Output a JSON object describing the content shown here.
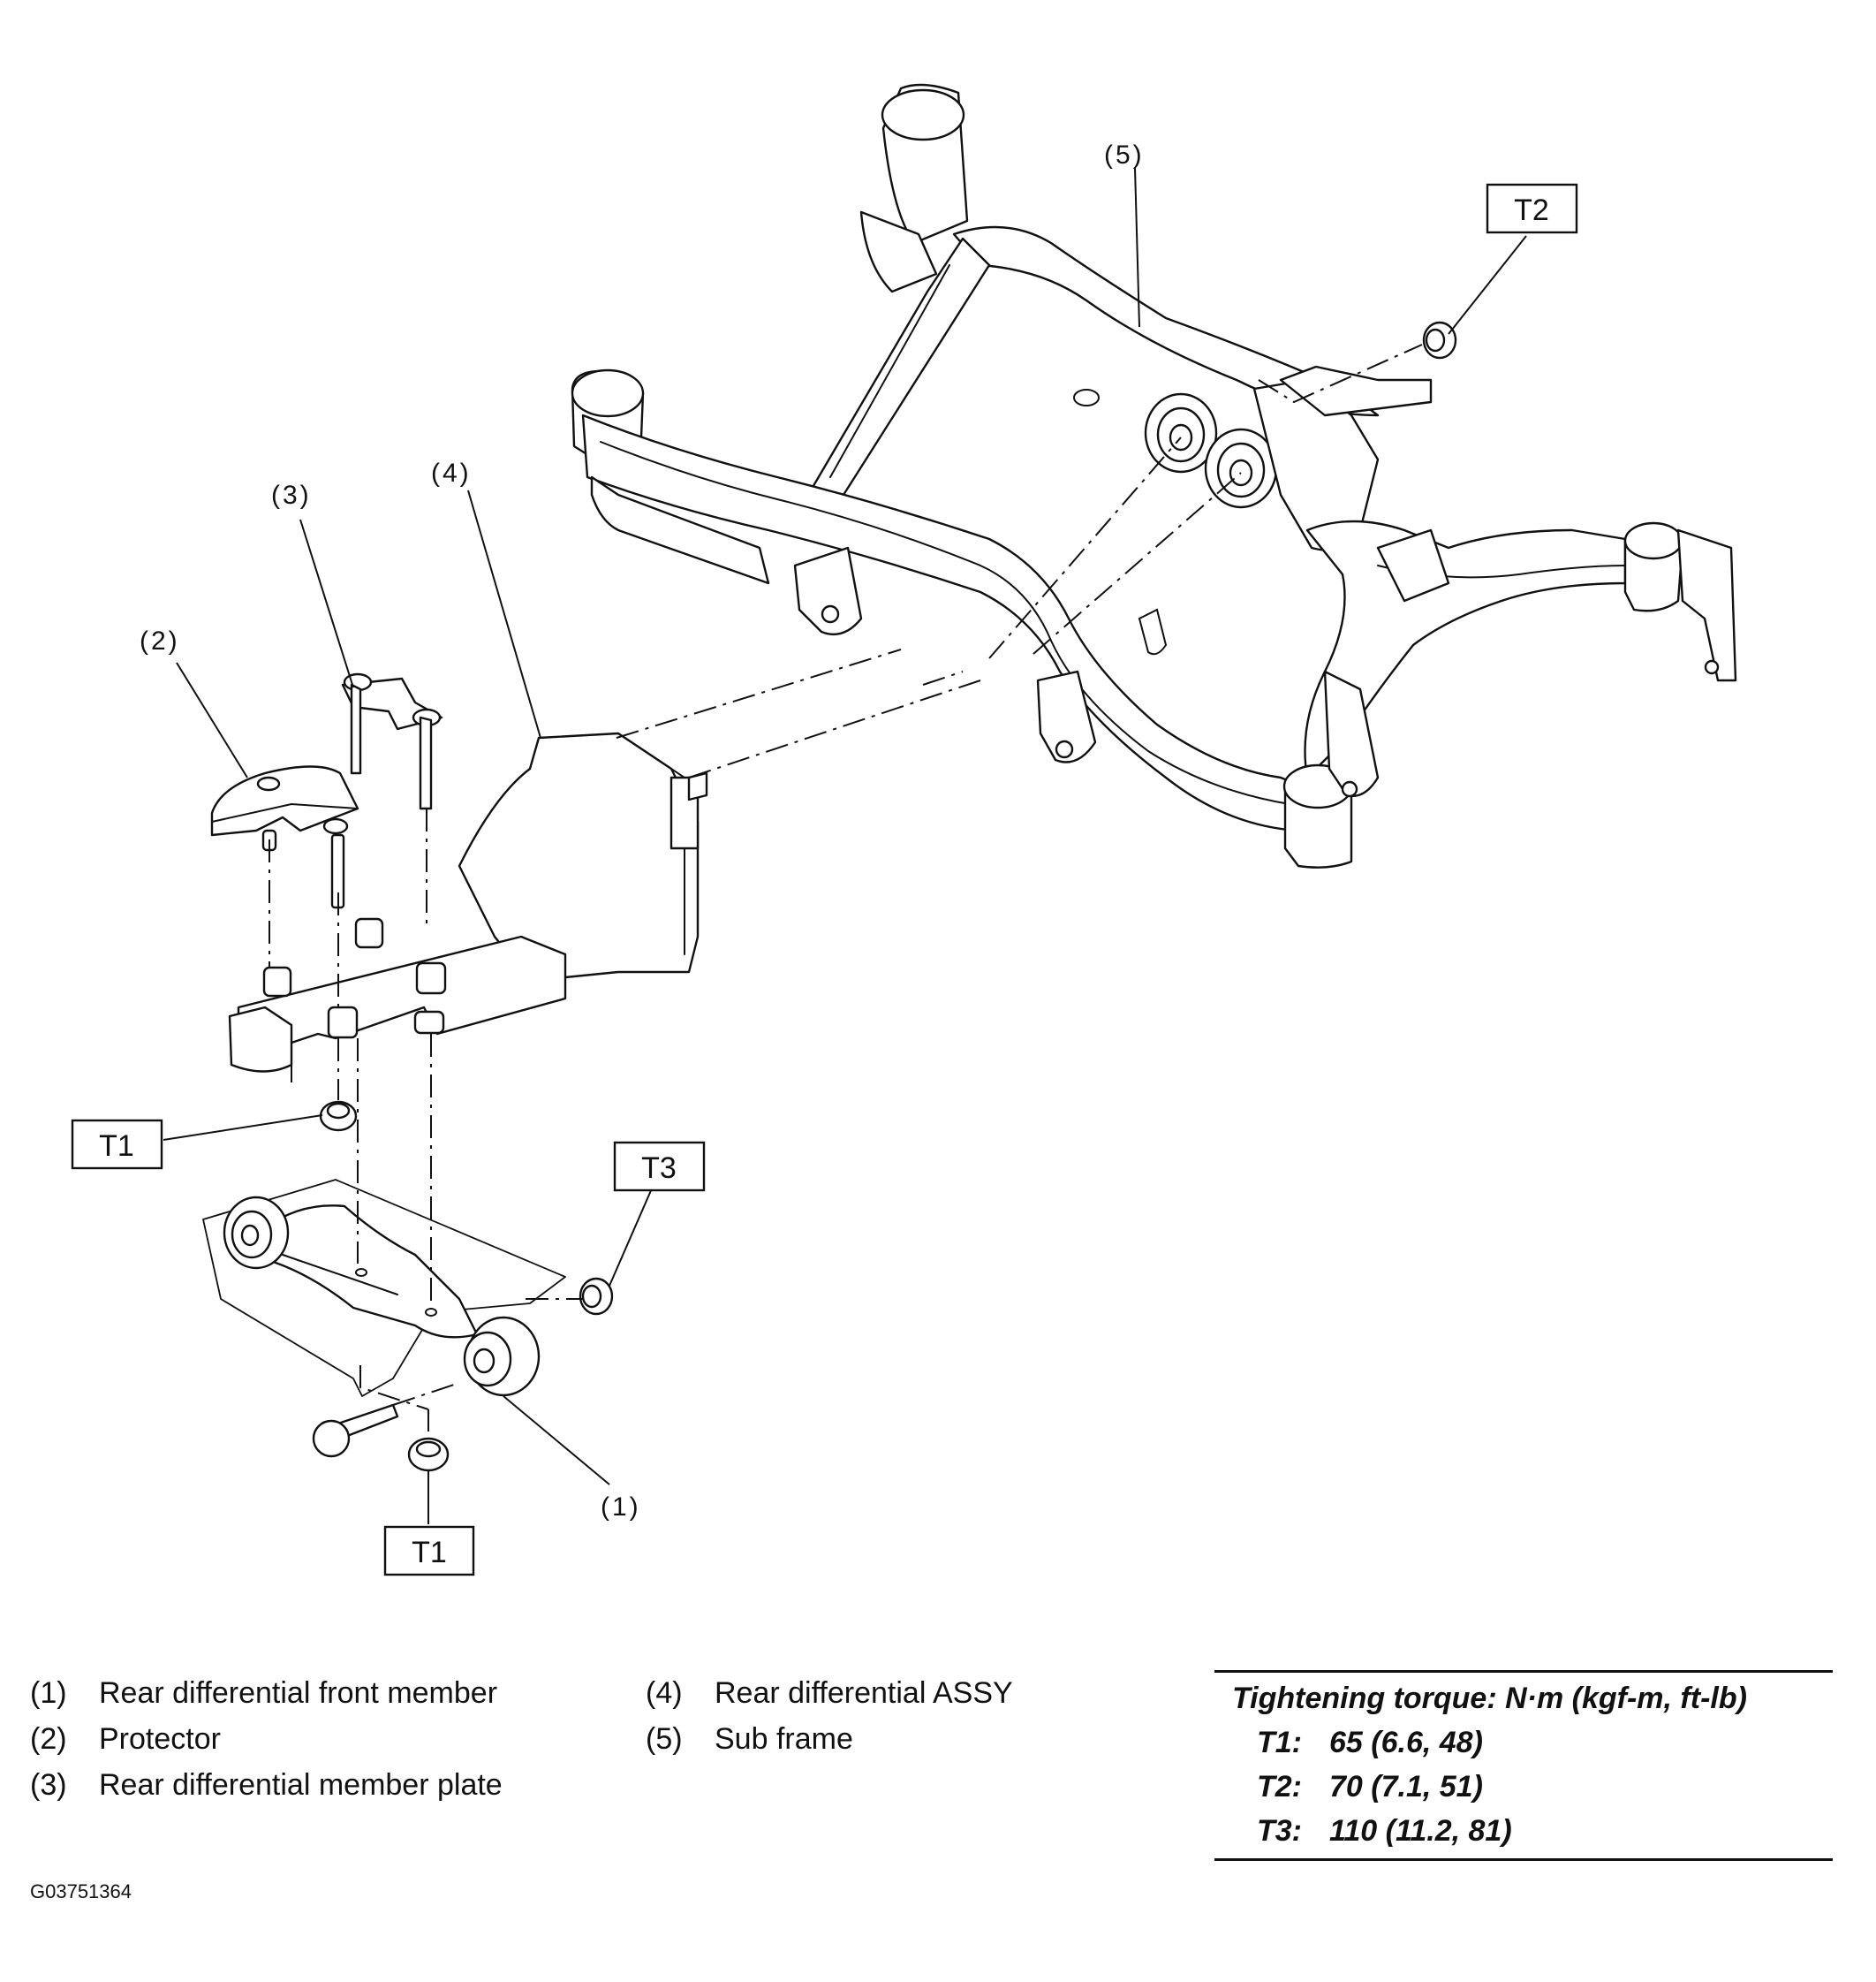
{
  "callouts": {
    "c1": "(1)",
    "c2": "(2)",
    "c3": "(3)",
    "c4": "(4)",
    "c5": "(5)"
  },
  "torque_tags": {
    "t1_upper": "T1",
    "t1_lower": "T1",
    "t2": "T2",
    "t3": "T3"
  },
  "legend": {
    "left": [
      {
        "num": "(1)",
        "label": "Rear differential front member"
      },
      {
        "num": "(2)",
        "label": "Protector"
      },
      {
        "num": "(3)",
        "label": "Rear differential member plate"
      }
    ],
    "middle": [
      {
        "num": "(4)",
        "label": "Rear differential ASSY"
      },
      {
        "num": "(5)",
        "label": "Sub frame"
      }
    ]
  },
  "torque_table": {
    "header": "Tightening torque: N·m (kgf-m, ft-lb)",
    "rows": [
      {
        "key": "T1:",
        "value": "65 (6.6, 48)"
      },
      {
        "key": "T2:",
        "value": "70 (7.1, 51)"
      },
      {
        "key": "T3:",
        "value": "110 (11.2, 81)"
      }
    ]
  },
  "figure_id": "G03751364"
}
